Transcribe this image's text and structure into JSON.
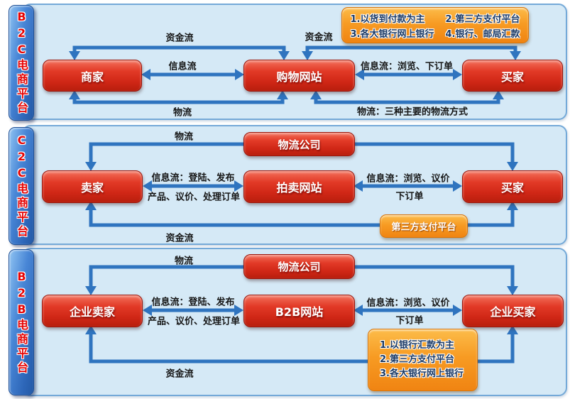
{
  "colors": {
    "panel_fill": "#d5e9f6",
    "panel_border": "#74a9d8",
    "arrow_blue": "#2f74bf",
    "node_red": "#d02716",
    "note_orange": "#f79b23",
    "sidebar_blue": "#2d66b8",
    "sidebar_text_red": "#e60505"
  },
  "b2c": {
    "side_label": "B2C电商平台",
    "merchant": "商家",
    "website": "购物网站",
    "buyer": "买家",
    "flow_funds_left": "资金流",
    "flow_info_left": "信息流",
    "flow_logistics_left": "物流",
    "flow_funds_right": "资金流",
    "flow_info_right": "信息流：浏览、下订单",
    "flow_logistics_right": "物流：三种主要的物流方式",
    "payment_note_items": [
      "1.以货到付款为主",
      "2.第三方支付平台",
      "3.各大银行网上银行",
      "4.银行、邮局汇款"
    ]
  },
  "c2c": {
    "side_label": "C2C电商平台",
    "seller": "卖家",
    "website": "拍卖网站",
    "buyer": "买家",
    "logistics_company": "物流公司",
    "flow_logistics": "物流",
    "flow_info_left_line1": "信息流：登陆、发布",
    "flow_info_left_line2": "产品、议价、处理订单",
    "flow_info_right_line1": "信息流：浏览、议价",
    "flow_info_right_line2": "下订单",
    "flow_funds": "资金流",
    "payment_platform": "第三方支付平台"
  },
  "b2b": {
    "side_label": "B2B电商平台",
    "seller": "企业卖家",
    "website": "B2B网站",
    "buyer": "企业买家",
    "logistics_company": "物流公司",
    "flow_logistics": "物流",
    "flow_info_left_line1": "信息流：登陆、发布",
    "flow_info_left_line2": "产品、议价、处理订单",
    "flow_info_right_line1": "信息流：浏览、议价",
    "flow_info_right_line2": "下订单",
    "flow_funds": "资金流",
    "payment_note_items": [
      "1.以银行汇款为主",
      "2.第三方支付平台",
      "3.各大银行网上银行"
    ]
  }
}
